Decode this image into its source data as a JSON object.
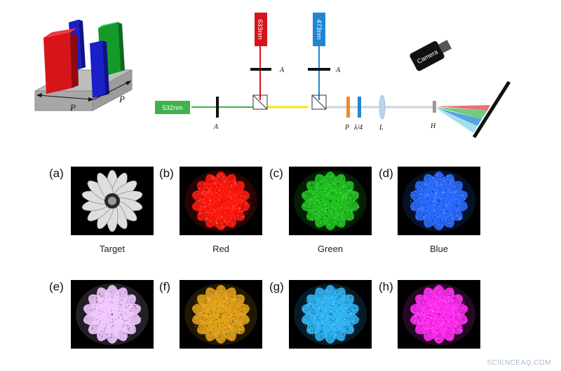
{
  "setup": {
    "metasurface": {
      "period_label": "P",
      "period_label_side": "P",
      "pillar_colors": [
        "#d8141b",
        "#1b1fc8",
        "#149a2a"
      ]
    },
    "lasers": [
      {
        "label": "532nm",
        "color": "#3fb24a"
      },
      {
        "label": "633nm",
        "color": "#d8141b"
      },
      {
        "label": "473nm",
        "color": "#1f86d2"
      }
    ],
    "components": {
      "aperture": "A",
      "polarizer": "P",
      "quarter_wave": "λ/4",
      "lens": "L",
      "hologram": "H"
    },
    "camera_label": "Camera"
  },
  "panels": [
    {
      "letter": "(a)",
      "caption": "Target",
      "tint": "#ffffff"
    },
    {
      "letter": "(b)",
      "caption": "Red",
      "tint": "#ff1a10"
    },
    {
      "letter": "(c)",
      "caption": "Green",
      "tint": "#1fc21f"
    },
    {
      "letter": "(d)",
      "caption": "Blue",
      "tint": "#2a6bff"
    },
    {
      "letter": "(e)",
      "caption": "",
      "tint": "#f0c8ff"
    },
    {
      "letter": "(f)",
      "caption": "",
      "tint": "#e0a018"
    },
    {
      "letter": "(g)",
      "caption": "",
      "tint": "#2fb4f4"
    },
    {
      "letter": "(h)",
      "caption": "",
      "tint": "#ff2cf0"
    }
  ],
  "watermark": "SCIENCEAQ.COM",
  "colors": {
    "beam_green": "#3fb24a",
    "beam_yellow": "#f2e614",
    "beam_red": "#d8141b",
    "beam_blue": "#1f86d2",
    "beam_white": "#c9d6e2"
  }
}
